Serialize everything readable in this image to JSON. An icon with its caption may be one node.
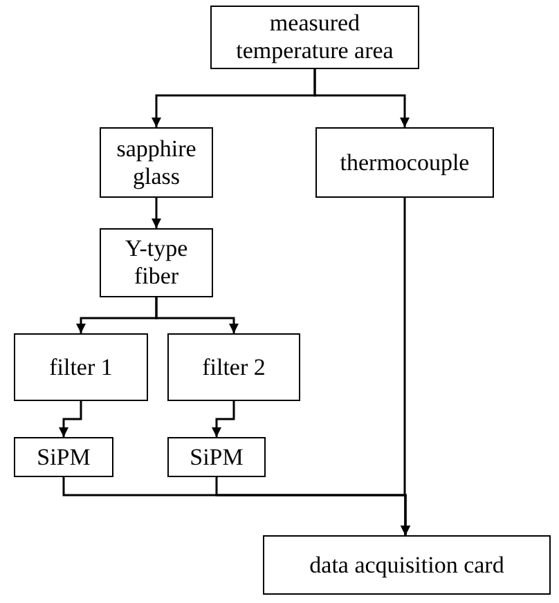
{
  "diagram": {
    "nodes": [
      {
        "text": [
          "measured temperature area"
        ]
      },
      {
        "text": [
          "sapphire glass"
        ]
      },
      {
        "text": [
          "thermocouple"
        ]
      },
      {
        "text": [
          "Y-type fiber"
        ]
      },
      {
        "text": [
          "filter 1"
        ]
      },
      {
        "text": [
          "filter 2"
        ]
      },
      {
        "text": [
          "SiPM"
        ]
      },
      {
        "text": [
          "SiPM"
        ]
      },
      {
        "text": [
          "data acquisition card"
        ]
      }
    ],
    "edges": [
      {
        "from": 0,
        "to": 1,
        "arrow": "to"
      },
      {
        "from": 0,
        "to": 2,
        "arrow": "to"
      },
      {
        "from": 1,
        "to": 3,
        "arrow": "to"
      },
      {
        "from": 3,
        "to": 4,
        "arrow": "to"
      },
      {
        "from": 3,
        "to": 5,
        "arrow": "to"
      },
      {
        "from": 4,
        "to": 6,
        "arrow": "to"
      },
      {
        "from": 5,
        "to": 7,
        "arrow": "to"
      },
      {
        "from": 6,
        "to": 8,
        "arrow": "to"
      },
      {
        "from": 7,
        "to": 8,
        "arrow": "to"
      },
      {
        "from": 2,
        "to": 8,
        "arrow": "to"
      }
    ]
  }
}
